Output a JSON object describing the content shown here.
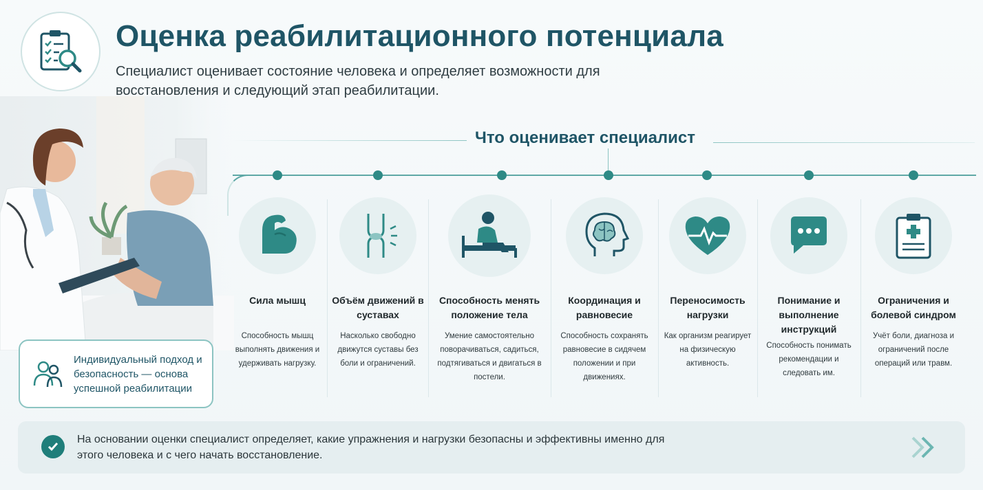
{
  "header": {
    "title": "Оценка реабилитационного потенциала",
    "subtitle": "Специалист оценивает состояние человека и определяет возможности для восстановления и следующий этап реабилитации."
  },
  "logo_icon": "clipboard-checklist-search-icon",
  "section_title": "Что оценивает специалист",
  "badge": {
    "icon": "people-icon",
    "text": "Индивидуальный подход и безопасность — основа успешной реабилитации"
  },
  "cards": [
    {
      "icon": "muscle-arm-icon",
      "title": "Сила мышц",
      "desc": "Способность мышц выполнять движения и удерживать нагрузку."
    },
    {
      "icon": "knee-joint-icon",
      "title": "Объём движений в суставах",
      "desc": "Насколько свободно движутся суставы без боли и ограничений."
    },
    {
      "icon": "patient-in-bed-icon",
      "title": "Способность менять положение тела",
      "desc": "Умение самостоятельно поворачиваться, садиться, подтягиваться и двигаться в постели."
    },
    {
      "icon": "head-brain-icon",
      "title": "Координация и равновесие",
      "desc": "Способность сохранять равновесие в сидячем положении и при движениях."
    },
    {
      "icon": "heart-pulse-icon",
      "title": "Переносимость нагрузки",
      "desc": "Как организм реагирует на физическую активность."
    },
    {
      "icon": "chat-bubble-icon",
      "title": "Понимание и выполнение инструкций",
      "desc": "Способность понимать рекомендации и следовать им."
    },
    {
      "icon": "medical-clipboard-icon",
      "title": "Ограничения и болевой синдром",
      "desc": "Учёт боли, диагноза и ограничений после операций или травм."
    }
  ],
  "bottom": {
    "icon": "check-circle-icon",
    "text": "На основании оценки специалист определяет, какие упражнения и нагрузки безопасны и эффективны именно для этого человека и с чего начать восстановление.",
    "next_icon": "double-chevron-right-icon"
  },
  "colors": {
    "accent": "#1f5566",
    "teal": "#2e8a86",
    "light": "#e6f0f1"
  }
}
